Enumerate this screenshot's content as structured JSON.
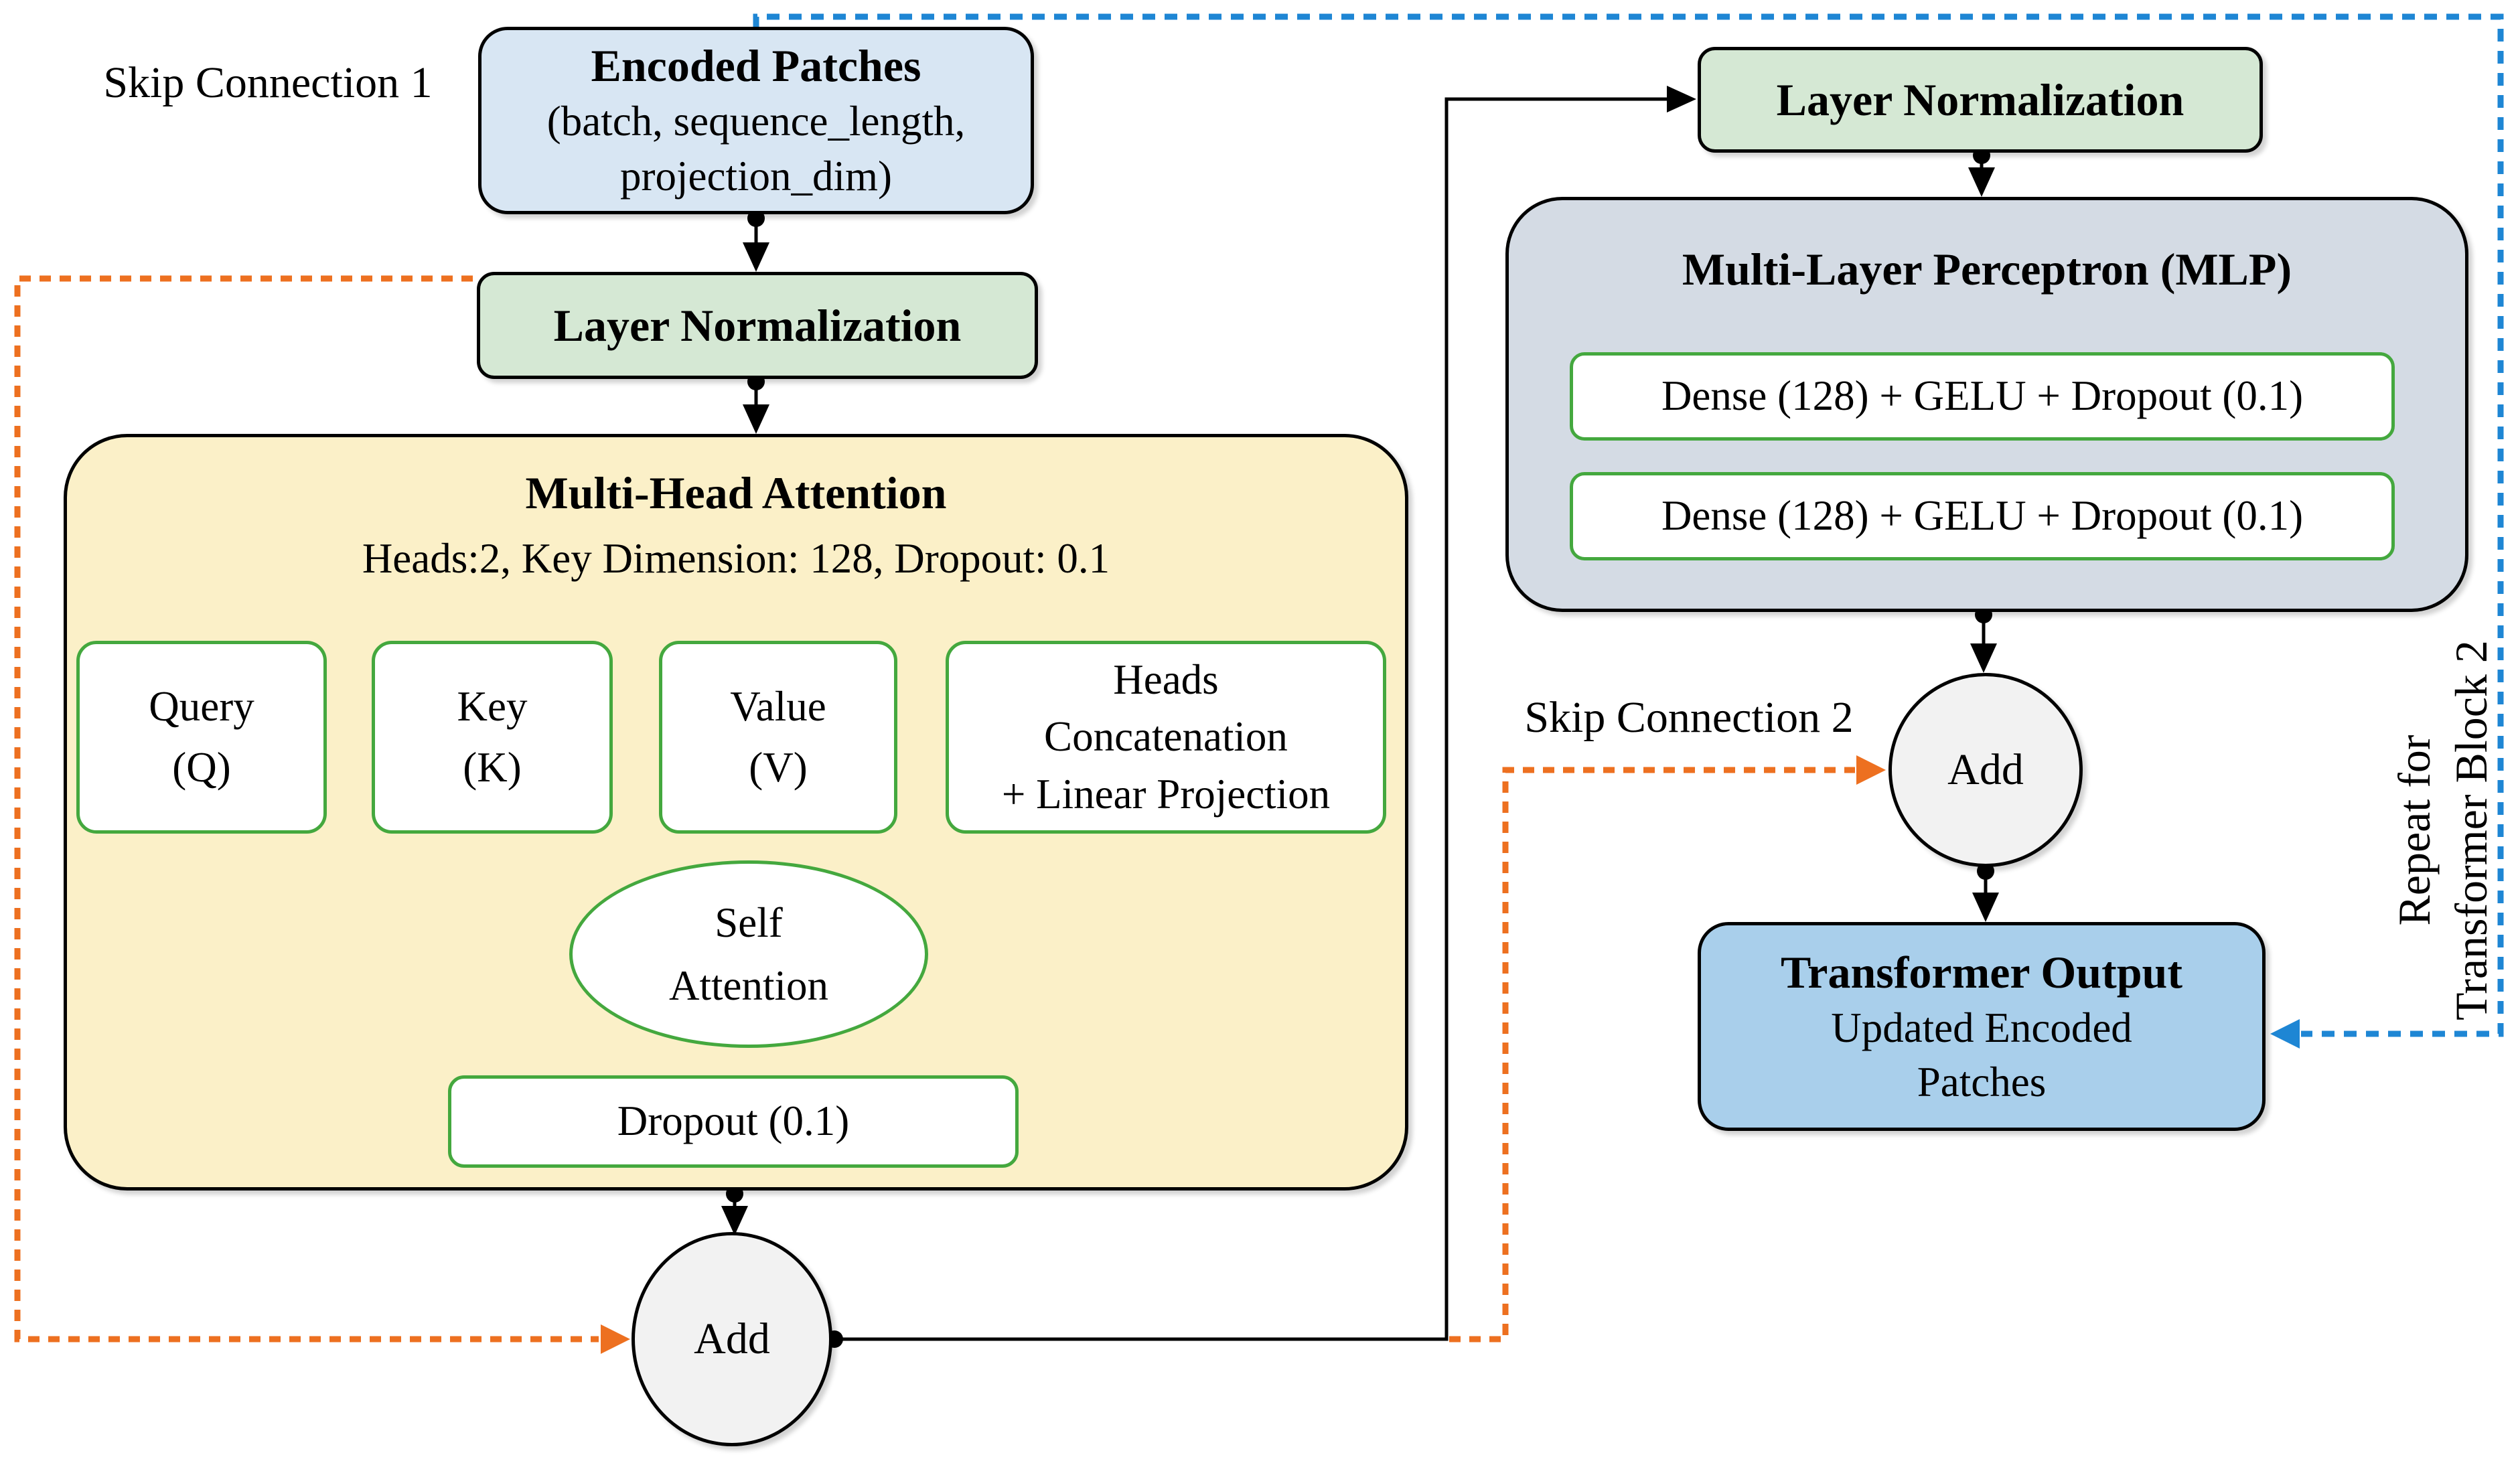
{
  "diagram": {
    "labels": {
      "skip_connection_1": "Skip Connection 1",
      "skip_connection_2": "Skip Connection 2",
      "repeat_line1": "Repeat for",
      "repeat_line2": "Transformer Block 2"
    },
    "nodes": {
      "encoded_patches": {
        "title": "Encoded Patches",
        "shape_line1": "(batch, sequence_length,",
        "shape_line2": "projection_dim)"
      },
      "layer_norm_1": {
        "title": "Layer Normalization"
      },
      "multi_head_attention": {
        "title": "Multi-Head Attention",
        "subtitle": "Heads:2, Key Dimension: 128, Dropout: 0.1",
        "query_line1": "Query",
        "query_line2": "(Q)",
        "key_line1": "Key",
        "key_line2": "(K)",
        "value_line1": "Value",
        "value_line2": "(V)",
        "heads_line1": "Heads",
        "heads_line2": "Concatenation",
        "heads_line3": "+ Linear Projection",
        "self_attention_line1": "Self",
        "self_attention_line2": "Attention",
        "dropout": "Dropout (0.1)"
      },
      "add_1": {
        "label": "Add"
      },
      "layer_norm_2": {
        "title": "Layer Normalization"
      },
      "mlp": {
        "title": "Multi-Layer Perceptron (MLP)",
        "dense_1": "Dense (128) + GELU + Dropout (0.1)",
        "dense_2": "Dense (128) + GELU + Dropout (0.1)"
      },
      "add_2": {
        "label": "Add"
      },
      "transformer_output": {
        "title": "Transformer Output",
        "subtitle": "Updated Encoded Patches"
      }
    },
    "colors": {
      "encoded_patches_fill": "#d8e6f3",
      "layer_normalization_fill": "#d5e8d4",
      "multi_head_attention_fill": "#fbf0c8",
      "mlp_fill": "#d4dbe4",
      "transformer_output_fill": "#a9cfeb",
      "add_circle_fill": "#f2f2f2",
      "inner_box_border_green": "#44a83e",
      "skip_connection_orange": "#ed7020",
      "repeat_loop_blue": "#1e86d4",
      "connector_black": "#000000"
    }
  }
}
